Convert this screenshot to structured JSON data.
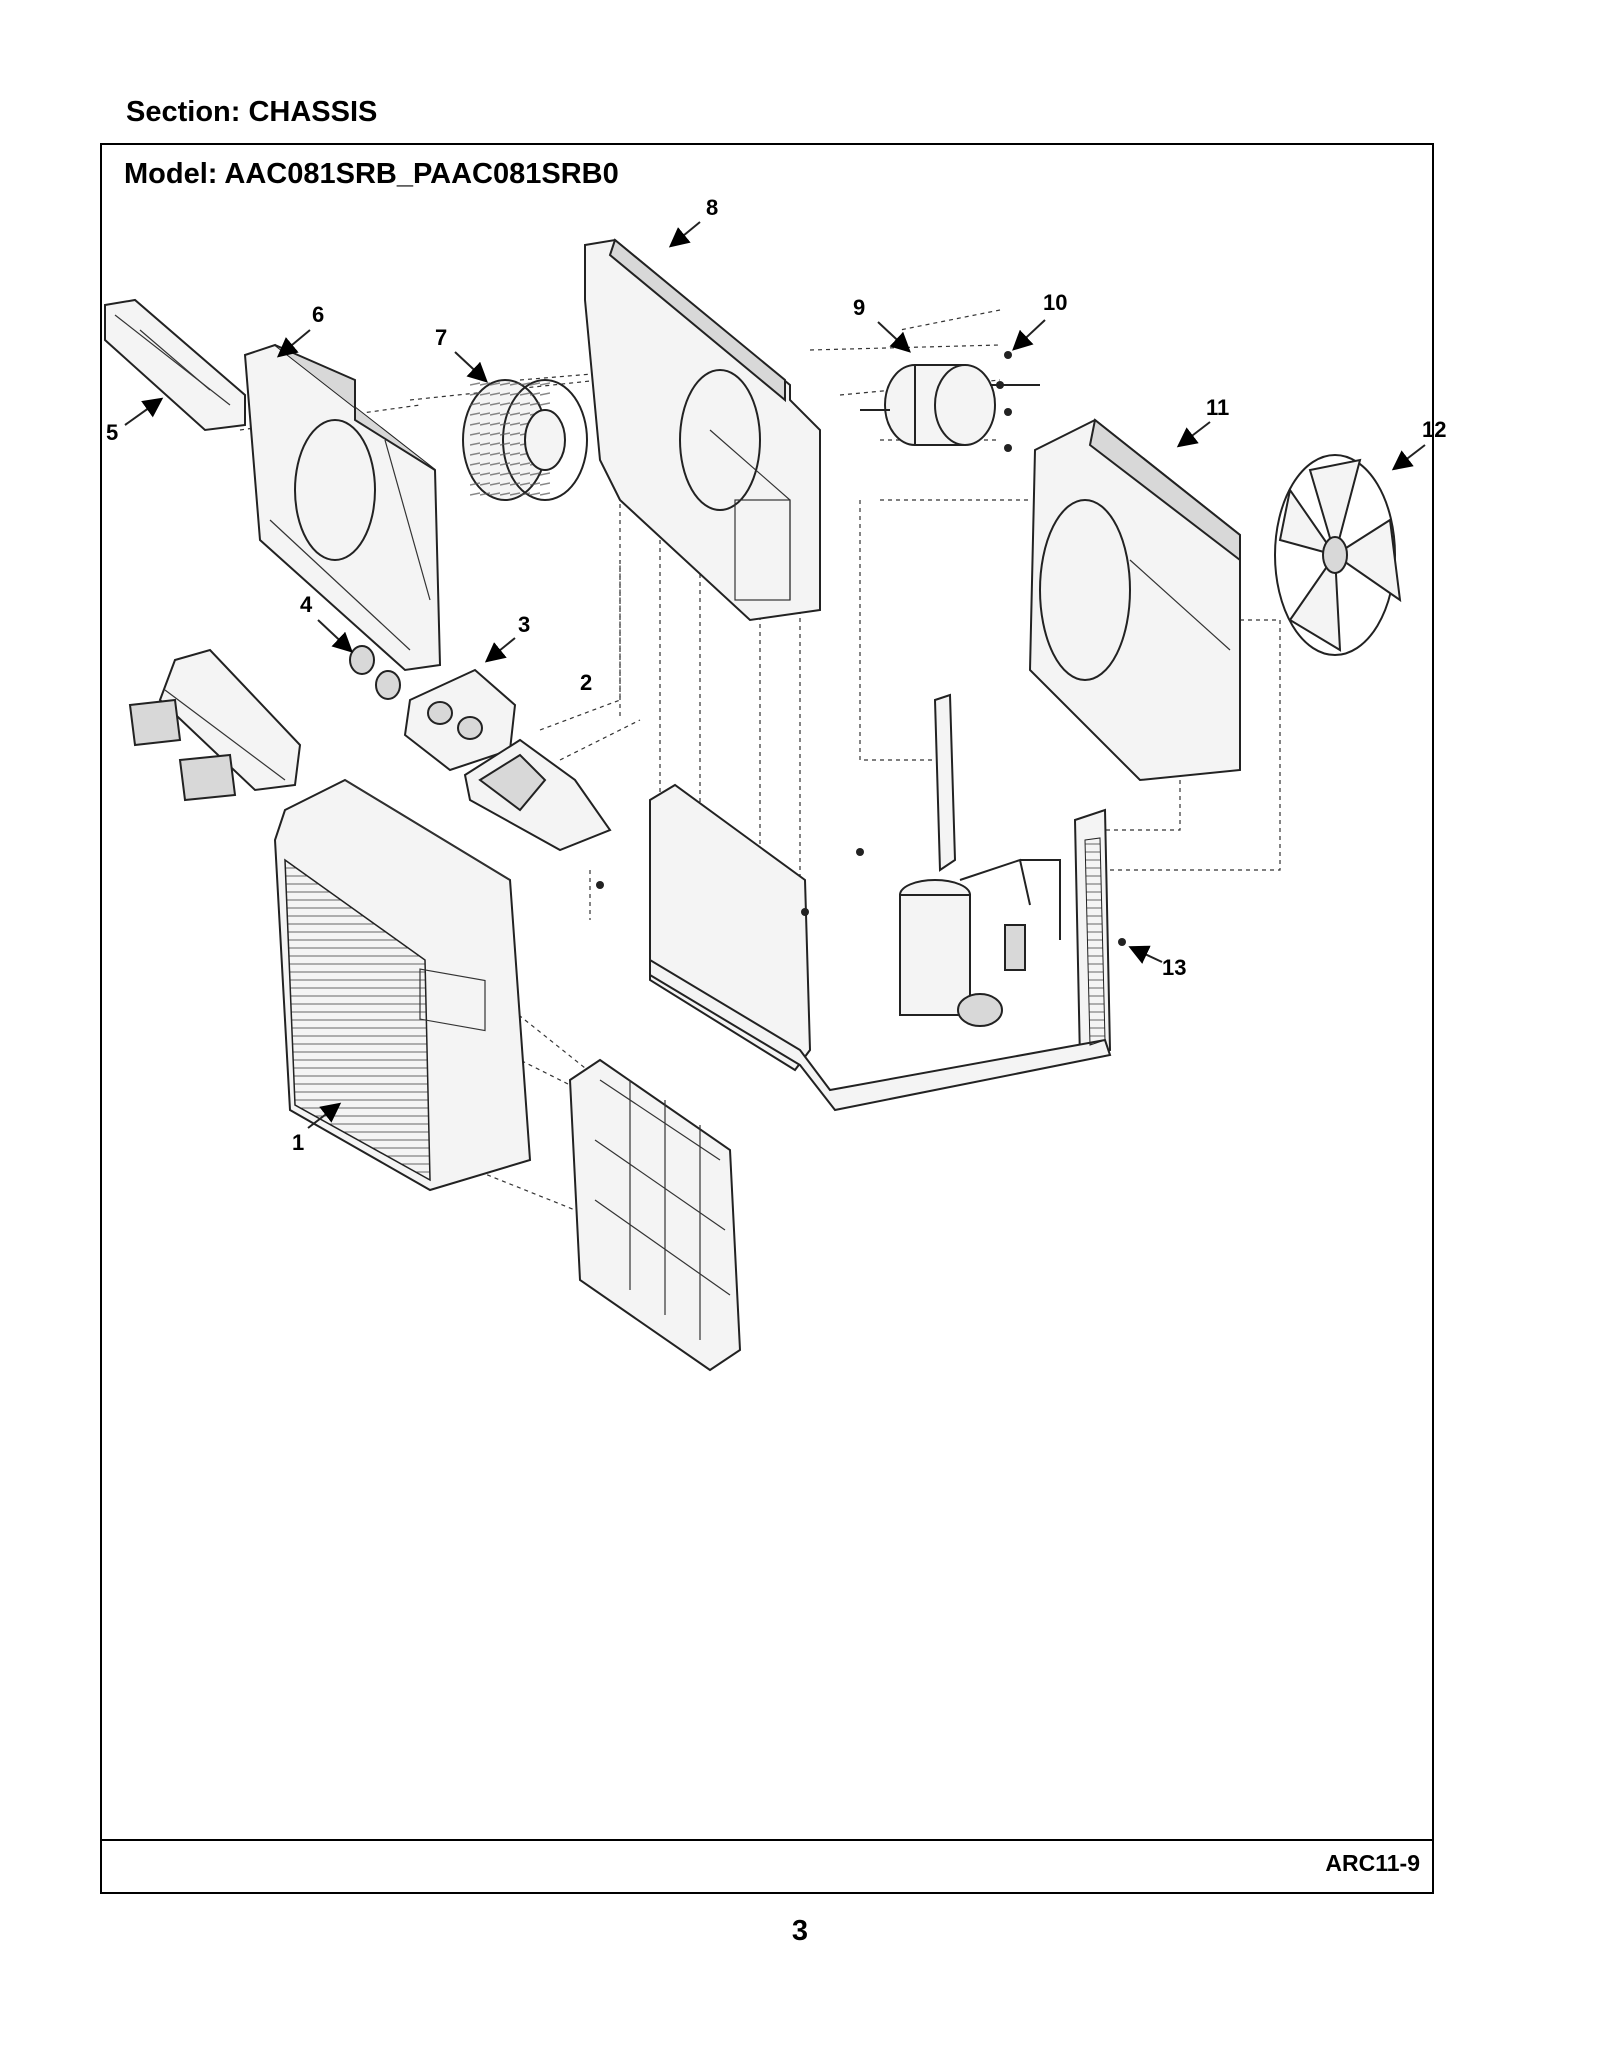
{
  "section_title": "Section:  CHASSIS",
  "model_title": "Model:  AAC081SRB_PAAC081SRB0",
  "footer_code": "ARC11-9",
  "page_number": "3",
  "callouts": [
    {
      "id": "1",
      "label": "1"
    },
    {
      "id": "2",
      "label": "2"
    },
    {
      "id": "3",
      "label": "3"
    },
    {
      "id": "4",
      "label": "4"
    },
    {
      "id": "5",
      "label": "5"
    },
    {
      "id": "6",
      "label": "6"
    },
    {
      "id": "7",
      "label": "7"
    },
    {
      "id": "8",
      "label": "8"
    },
    {
      "id": "9",
      "label": "9"
    },
    {
      "id": "10",
      "label": "10"
    },
    {
      "id": "11",
      "label": "11"
    },
    {
      "id": "12",
      "label": "12"
    },
    {
      "id": "13",
      "label": "13"
    }
  ]
}
